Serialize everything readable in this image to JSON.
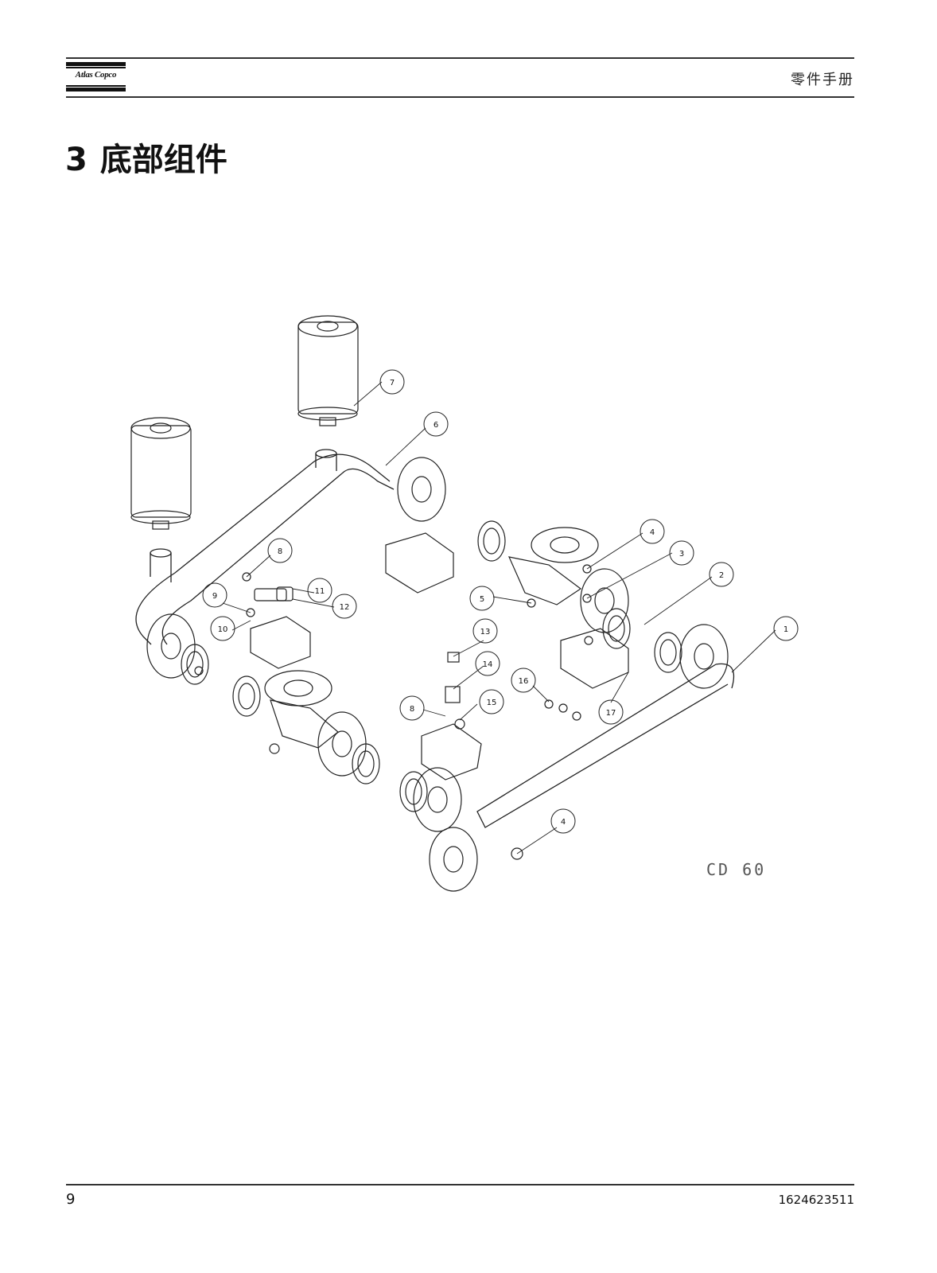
{
  "header": {
    "logo_text": "Atlas Copco",
    "section_label": "零件手册"
  },
  "title": {
    "number": "3",
    "text": "底部组件"
  },
  "drawing": {
    "model_label": "CD 60",
    "callouts": [
      "7",
      "6",
      "8",
      "4",
      "3",
      "2",
      "1",
      "9",
      "11",
      "12",
      "10",
      "5",
      "13",
      "14",
      "16",
      "15",
      "8",
      "17",
      "4"
    ]
  },
  "footer": {
    "page_number": "9",
    "document_number": "1624623511"
  }
}
